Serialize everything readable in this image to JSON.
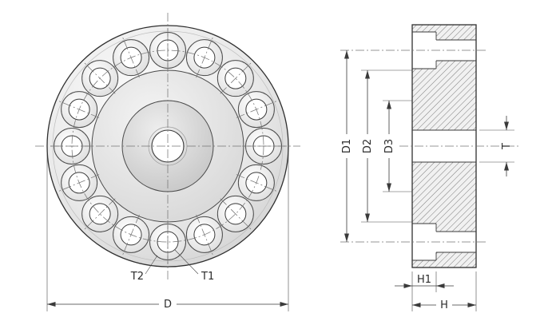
{
  "front_view": {
    "bolt_hole_count": 16,
    "labels": {
      "t2": "T2",
      "t1": "T1",
      "d": "D"
    }
  },
  "section_view": {
    "labels": {
      "d1": "D1",
      "d2": "D2",
      "d3": "D3",
      "t": "T",
      "h1": "H1",
      "h": "H"
    }
  },
  "colors": {
    "line": "#3a3a3a",
    "centerline": "#767676",
    "metal_light": "#fbfbfb",
    "metal_dark": "#cfcfcf",
    "hatch": "#6f6f6f",
    "background": "#ffffff"
  }
}
